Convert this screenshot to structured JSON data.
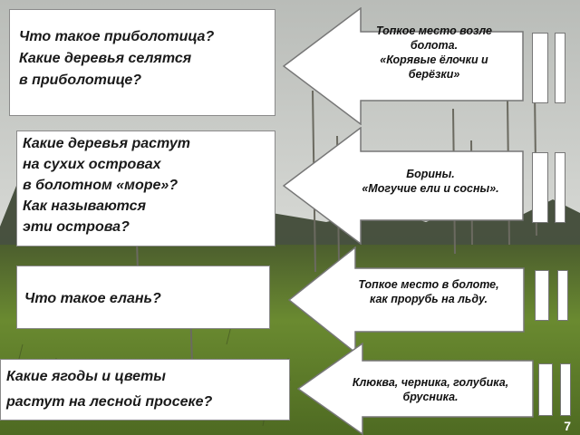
{
  "questions": [
    {
      "lines": [
        "Что такое приболотица?",
        "Какие деревья селятся",
        "в приболотице?"
      ]
    },
    {
      "lines": [
        "Какие деревья растут",
        "на сухих островах",
        "в болотном «море»?",
        "Как называются",
        "эти острова?"
      ]
    },
    {
      "lines": [
        "Что такое елань?"
      ]
    },
    {
      "lines": [
        "Какие ягоды и цветы",
        "растут на лесной просеке?"
      ]
    }
  ],
  "answers": [
    {
      "lines": [
        "Топкое место возле",
        "болота.",
        "«Корявые ёлочки и",
        "берёзки»"
      ]
    },
    {
      "lines": [
        "Борины.",
        "«Могучие ели и сосны»."
      ]
    },
    {
      "lines": [
        "Топкое место в болоте,",
        "как прорубь на льду."
      ]
    },
    {
      "lines": [
        "Клюква, черника, голубика,",
        "брусника."
      ]
    }
  ],
  "page_number": "7",
  "colors": {
    "sky": "#c9ccc7",
    "grass": "#5f7a2c",
    "box": "#ffffff"
  }
}
